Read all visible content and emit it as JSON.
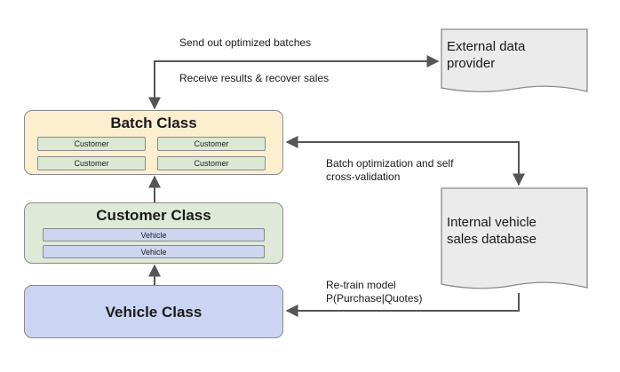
{
  "batch_class": {
    "title": "Batch Class",
    "customers": [
      "Customer",
      "Customer",
      "Customer",
      "Customer"
    ]
  },
  "customer_class": {
    "title": "Customer Class",
    "vehicles": [
      "Vehicle",
      "Vehicle"
    ]
  },
  "vehicle_class": {
    "title": "Vehicle Class"
  },
  "external_provider": {
    "line1": "External data",
    "line2": "provider"
  },
  "internal_db": {
    "line1": "Internal vehicle",
    "line2": "sales database"
  },
  "edges": {
    "send_batches": "Send out optimized batches",
    "receive_results": "Receive results & recover sales",
    "batch_opt_line1": "Batch optimization and self",
    "batch_opt_line2": "cross-validation",
    "retrain_line1": "Re-train model",
    "retrain_line2": "P(Purchase|Quotes)"
  },
  "colors": {
    "batch_fill": "#fcefd0",
    "customer_fill": "#deead7",
    "vehicle_fill": "#cbd5f3",
    "doc_fill": "#ebebeb",
    "arrow": "#555555"
  }
}
